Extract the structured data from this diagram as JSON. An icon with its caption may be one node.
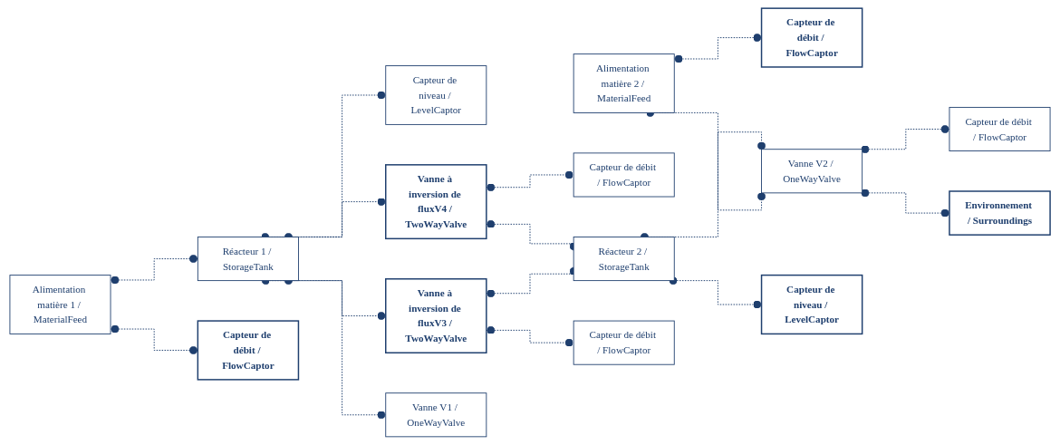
{
  "diagram": {
    "nodes": [
      {
        "text": [
          "Capteur de niveau / LevelCaptor"
        ]
      },
      {
        "text": [
          "Capteur de débit / FlowCaptor"
        ]
      },
      {
        "text": [
          "Alimentation matière 2 / MaterialFeed"
        ]
      },
      {
        "text": [
          "Capteur de débit / FlowCaptor"
        ]
      },
      {
        "text": [
          "Réacteur 1 / StorageTank"
        ]
      },
      {
        "text": [
          "Vanne à inversion de fluxV4 / TwoWayValve"
        ]
      },
      {
        "text": [
          "Réacteur 2 / StorageTank"
        ]
      },
      {
        "text": [
          "Alimentation matière 1 / MaterialFeed"
        ]
      },
      {
        "text": [
          "Vanne V2 / OneWayValve"
        ]
      },
      {
        "text": [
          "Capteur de débit / FlowCaptor"
        ]
      },
      {
        "text": [
          "Vanne à inversion de fluxV3 / TwoWayValve"
        ]
      },
      {
        "text": [
          "Capteur de débit / FlowCaptor"
        ]
      },
      {
        "text": [
          "Vanne V1 / OneWayValve"
        ]
      },
      {
        "text": [
          "Capteur de débit / FlowCaptor"
        ]
      },
      {
        "text": [
          "Capteur de niveau / LevelCaptor"
        ]
      },
      {
        "text": [
          "Environnement / Surroundings"
        ]
      }
    ],
    "edges": [
      {
        "from": 7,
        "to": 4,
        "arrow": "other",
        "style": "dashed"
      },
      {
        "from": 7,
        "to": 11,
        "arrow": "other",
        "style": "dashed"
      },
      {
        "from": 4,
        "to": 0,
        "arrow": "other",
        "style": "dashed"
      },
      {
        "from": 4,
        "to": 5,
        "arrow": "other",
        "style": "dashed"
      },
      {
        "from": 4,
        "to": 10,
        "arrow": "other",
        "style": "dashed"
      },
      {
        "from": 4,
        "to": 12,
        "arrow": "other",
        "style": "dashed"
      },
      {
        "from": 5,
        "to": 1,
        "arrow": "other",
        "style": "dashed"
      },
      {
        "from": 5,
        "to": 6,
        "arrow": "other",
        "style": "dashed"
      },
      {
        "from": 10,
        "to": 6,
        "arrow": "other",
        "style": "dashed"
      },
      {
        "from": 10,
        "to": 13,
        "arrow": "other",
        "style": "dashed"
      },
      {
        "from": 6,
        "to": 8,
        "arrow": "other",
        "style": "dashed"
      },
      {
        "from": 6,
        "to": 14,
        "arrow": "other",
        "style": "dashed"
      },
      {
        "from": 2,
        "to": 8,
        "arrow": "other",
        "style": "dashed"
      },
      {
        "from": 2,
        "to": 3,
        "arrow": "other",
        "style": "dashed"
      },
      {
        "from": 8,
        "to": 9,
        "arrow": "other",
        "style": "dashed"
      },
      {
        "from": 8,
        "to": 15,
        "arrow": "other",
        "style": "dashed"
      }
    ]
  }
}
